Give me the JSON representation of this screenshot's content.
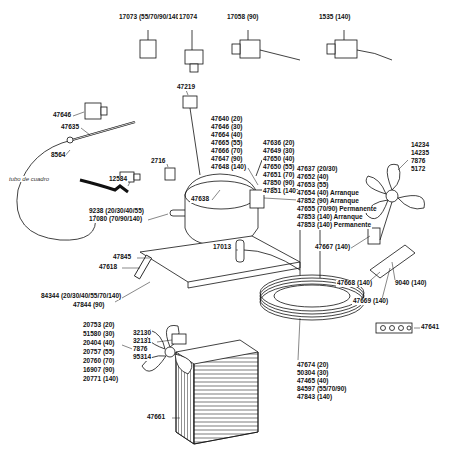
{
  "diagram": {
    "labels": [
      "17073 (55/70/90/140)",
      "17074",
      "17058 (90)",
      "1535 (140)",
      "47646",
      "47635",
      "8564",
      "47219",
      "12584",
      "2716",
      "9238 (20/30/40/55)",
      "17080 (70/90/140)",
      "47638",
      "47845",
      "47618",
      "84344 (20/30/40/55/70/140)",
      "47844 (90)",
      "47640 (20)",
      "47646 (30)",
      "47664 (40)",
      "47665 (55)",
      "47666 (70)",
      "47647 (90)",
      "47648 (140)",
      "47636 (20)",
      "47649 (30)",
      "47650 (40)",
      "47650 (55)",
      "47651 (70)",
      "47850 (90)",
      "47851 (140)",
      "47637 (20/30)",
      "47652 (40)",
      "47653 (55)",
      "47654 (40) Arranque",
      "47852 (90) Arranque",
      "47655 (70/90) Permanente",
      "47853 (140) Arranque",
      "47853 (140) Permanente",
      "14234",
      "14235",
      "7876",
      "5172",
      "47667 (140)",
      "17013",
      "47668 (140)",
      "9040 (140)",
      "47669 (140)",
      "47641",
      "20753 (20)",
      "51580 (30)",
      "20404 (40)",
      "20757 (55)",
      "20760 (70)",
      "16907 (90)",
      "20771 (140)",
      "32130",
      "32131",
      "7876",
      "95314",
      "47661",
      "47674 (20)",
      "50304 (30)",
      "47465 (40)",
      "84597 (55/70/90)",
      "47843 (140)",
      "tubo de cuadro"
    ]
  }
}
